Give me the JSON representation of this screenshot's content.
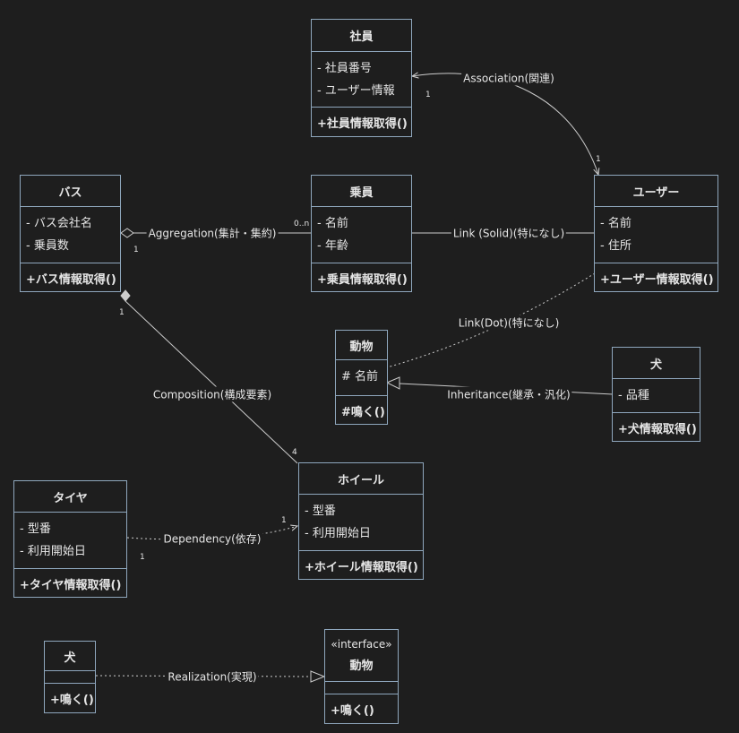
{
  "classes": {
    "shain": {
      "name": "社員",
      "attrs": [
        "- 社員番号",
        "- ユーザー情報"
      ],
      "methods": [
        "+社員情報取得()"
      ]
    },
    "bus": {
      "name": "バス",
      "attrs": [
        "- バス会社名",
        "- 乗員数"
      ],
      "methods": [
        "+バス情報取得()"
      ]
    },
    "jouin": {
      "name": "乗員",
      "attrs": [
        "- 名前",
        "- 年齢"
      ],
      "methods": [
        "+乗員情報取得()"
      ]
    },
    "user": {
      "name": "ユーザー",
      "attrs": [
        "- 名前",
        "- 住所"
      ],
      "methods": [
        "+ユーザー情報取得()"
      ]
    },
    "doubutsu": {
      "name": "動物",
      "attrs": [
        "# 名前"
      ],
      "methods": [
        "#鳴く()"
      ]
    },
    "inu": {
      "name": "犬",
      "attrs": [
        "- 品種"
      ],
      "methods": [
        "+犬情報取得()"
      ]
    },
    "taiya": {
      "name": "タイヤ",
      "attrs": [
        "- 型番",
        "- 利用開始日"
      ],
      "methods": [
        "+タイヤ情報取得()"
      ]
    },
    "wheel": {
      "name": "ホイール",
      "attrs": [
        "- 型番",
        "- 利用開始日"
      ],
      "methods": [
        "+ホイール情報取得()"
      ]
    },
    "inu2": {
      "name": "犬",
      "methods": [
        "+鳴く()"
      ]
    },
    "iface": {
      "stereotype": "«interface»",
      "name": "動物",
      "methods": [
        "+鳴く()"
      ]
    }
  },
  "relations": {
    "association": {
      "label": "Association(関連)",
      "mult_a": "1",
      "mult_b": "1"
    },
    "aggregation": {
      "label": "Aggregation(集計・集約)",
      "mult_a": "1",
      "mult_b": "0..n"
    },
    "link_solid": {
      "label": "Link (Solid)(特になし)"
    },
    "link_dot": {
      "label": "Link(Dot)(特になし)"
    },
    "composition": {
      "label": "Composition(構成要素)",
      "mult_a": "1",
      "mult_b": "4"
    },
    "inheritance": {
      "label": "Inheritance(継承・汎化)"
    },
    "dependency": {
      "label": "Dependency(依存)",
      "mult_a": "1",
      "mult_b": "1"
    },
    "realization": {
      "label": "Realization(実現)"
    }
  },
  "colors": {
    "background": "#1e1e1e",
    "box_border": "#8fa7bd",
    "line": "#cccccc",
    "text": "#e6e6e6"
  }
}
